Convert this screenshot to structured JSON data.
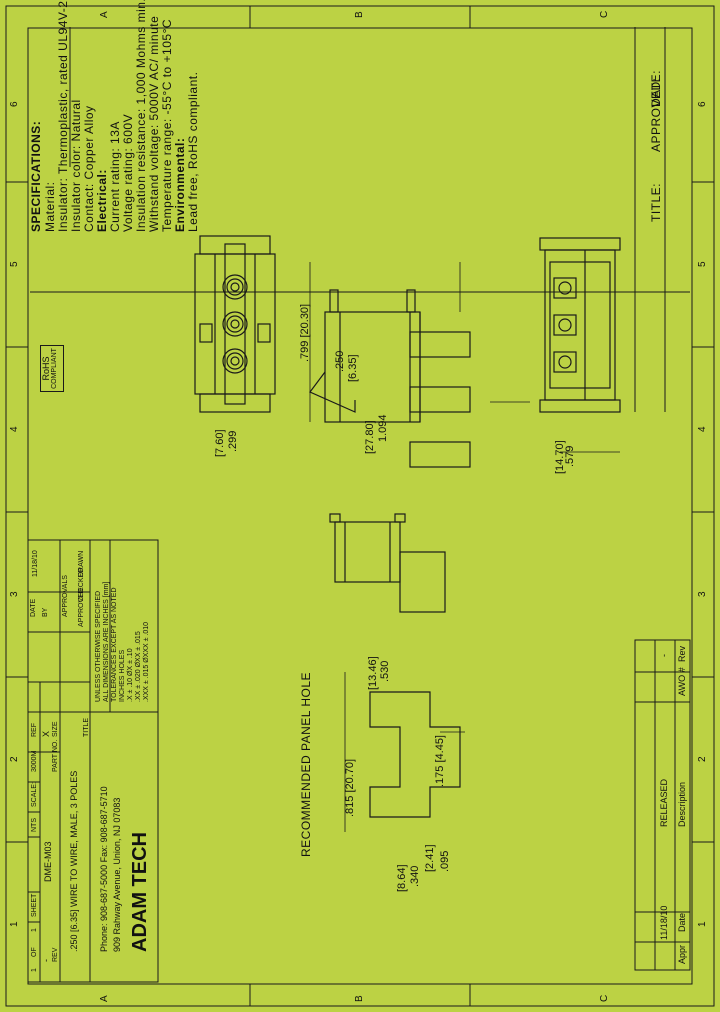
{
  "zones": {
    "horizontal": [
      "1",
      "2",
      "3",
      "4",
      "5",
      "6"
    ],
    "vertical": [
      "A",
      "B",
      "C"
    ]
  },
  "top_block": {
    "approved_label": "APPROVED:",
    "date_label": "DATE:",
    "title_label": "TITLE:"
  },
  "specifications": {
    "heading": "SPECIFICATIONS:",
    "lines": [
      {
        "text": "Material:",
        "bold": false
      },
      {
        "text": "Insulator: Thermoplastic, rated UL94V-2",
        "bold": false
      },
      {
        "text": "Insulator color: Natural",
        "bold": false
      },
      {
        "text": "Contact: Copper Alloy",
        "bold": false
      },
      {
        "text": "Electrical:",
        "bold": true
      },
      {
        "text": "Current rating: 13A",
        "bold": false
      },
      {
        "text": "Voltage rating: 600V",
        "bold": false
      },
      {
        "text": "Insulation resistance: 1,000 Mohms min.",
        "bold": false
      },
      {
        "text": "Withstand voltage: 5000V AC/ minute",
        "bold": false
      },
      {
        "text": "Temperature range: -55°C to +105°C",
        "bold": false
      },
      {
        "text": "Environmental:",
        "bold": true
      },
      {
        "text": "Lead free, RoHS compliant.",
        "bold": false
      }
    ]
  },
  "rohs_badge": {
    "line1": "RoHS",
    "line2": "COMPLIANT"
  },
  "dimensions": {
    "height": ".799 [20.30]",
    "pitch_in": ".250",
    "pitch_mm": "[6.35]",
    "depth_in": ".299",
    "depth_mm": "[7.60]",
    "length_in": "1.094",
    "length_mm": "[27.80]",
    "width_in": ".579",
    "width_mm": "[14.70]",
    "hole_a_in": ".530",
    "hole_a_mm": "[13.46]",
    "hole_b": ".815 [20.70]",
    "hole_c": ".175 [4.45]",
    "hole_d_in": ".095",
    "hole_d_mm": "[2.41]",
    "hole_e_in": ".340",
    "hole_e_mm": "[8.64]"
  },
  "panel_hole_label": "RECOMMENDED PANEL HOLE",
  "revision": {
    "headers": {
      "rev": "Rev",
      "awo": "AWO #",
      "description": "Description",
      "date": "Date",
      "appr": "Appr"
    },
    "rows": [
      {
        "rev": "-",
        "awo": "",
        "description": "RELEASED",
        "date": "11/18/10",
        "appr": ""
      }
    ]
  },
  "tolerances": {
    "lines": [
      "UNLESS OTHERWISE SPECIFIED",
      "ALL DIMENSIONS ARE INCHES [mm]",
      "TOLERANCES EXCEPT AS NOTED",
      "INCHES              HOLES",
      ".X    ± .10         ØX    ± .10",
      ".XX   ± .020        ØXX   ± .015",
      ".XXX  ± .015        ØXXX  ± .010"
    ],
    "approvals_header": "APPROVALS",
    "by_header": "BY",
    "date_header": "DATE",
    "rows": [
      {
        "label": "DRAWN",
        "by": "",
        "date": "11/18/10"
      },
      {
        "label": "CHECKED",
        "by": "",
        "date": ""
      },
      {
        "label": "APPROVED",
        "by": "",
        "date": ""
      }
    ]
  },
  "title_block": {
    "company": "ADAM TECH",
    "address": "909 Rahway Avenue, Union, NJ 07083",
    "phone": "Phone: 908-687-5000 Fax: 908-687-5710",
    "title_label": "TITLE",
    "title": ".250 [6.35] WIRE TO WIRE, MALE, 3 POLES",
    "size_label": "SIZE",
    "size": "X",
    "part_label": "PART NO.",
    "part_no": "DME-M03",
    "rev_label": "REV",
    "rev": "-",
    "scale_label": "SCALE:",
    "scale": "NTS",
    "sheet_label": "SHEET",
    "sheet": "1",
    "of_label": "OF",
    "of": "1",
    "ref_label": "REF",
    "ref": "3000M"
  }
}
